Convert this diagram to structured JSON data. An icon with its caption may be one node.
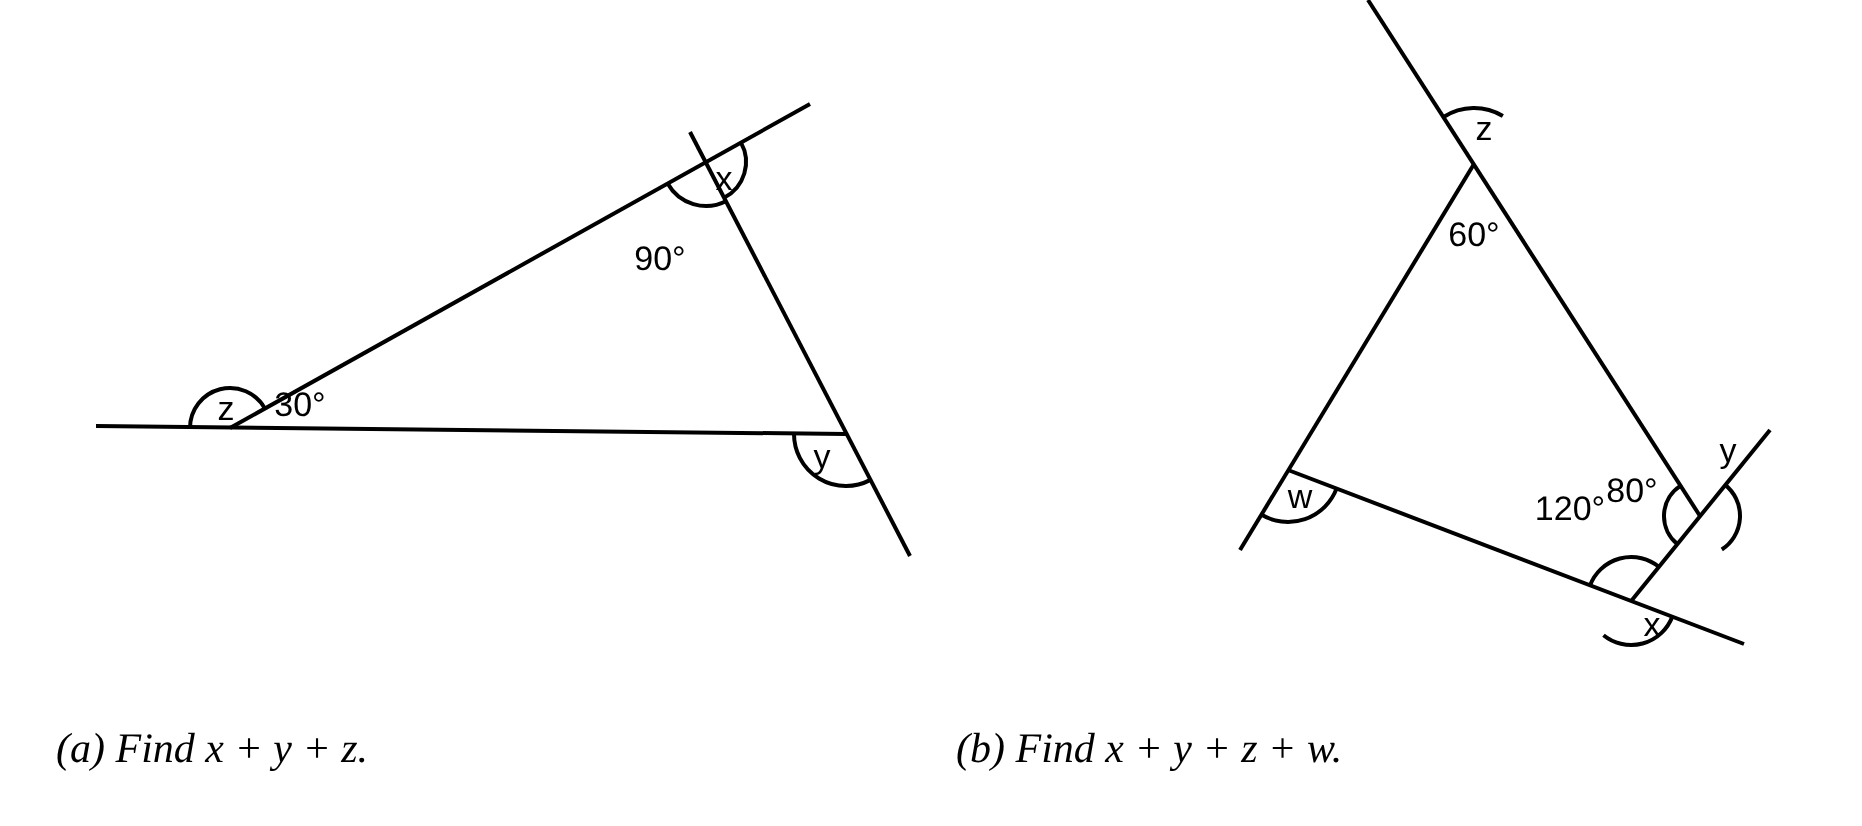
{
  "diagram": {
    "labels": [
      "z",
      "30°",
      "x",
      "90°",
      "y",
      "(a) Find x + y + z.",
      "z",
      "60°",
      "80°",
      "y",
      "120°",
      "w",
      "x",
      "(b) Find x + y + z + w."
    ]
  }
}
